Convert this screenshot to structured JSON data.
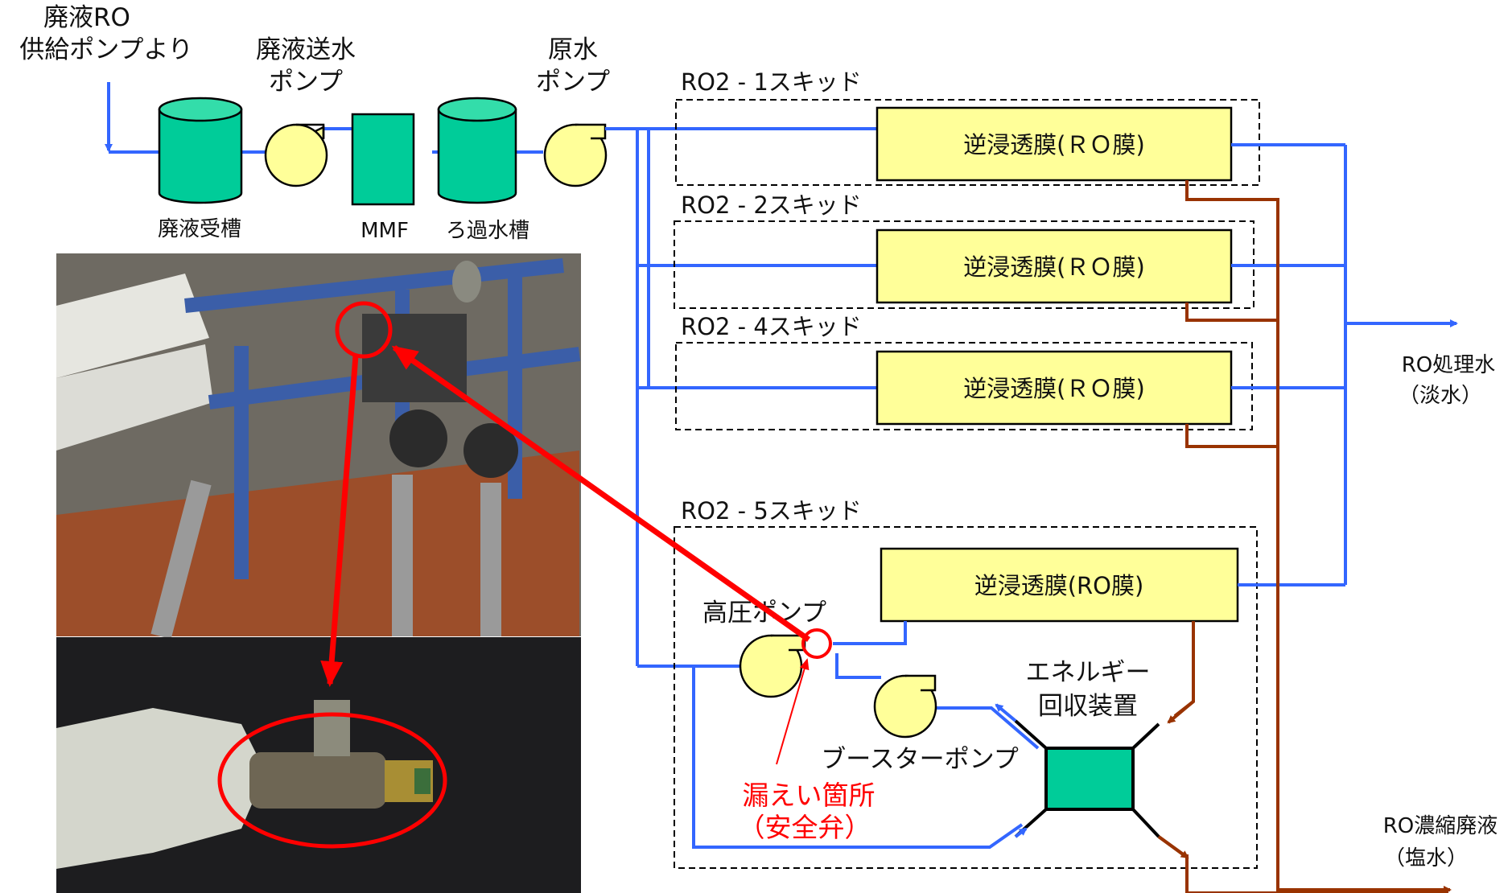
{
  "inflow": {
    "line1": "廃液RO",
    "line2": "供給ポンプより"
  },
  "pumps": {
    "transfer": {
      "line1": "廃液送水",
      "line2": "ポンプ"
    },
    "raw": {
      "line1": "原水",
      "line2": "ポンプ"
    }
  },
  "tanks": {
    "receiving": "廃液受槽",
    "mmf": "MMF",
    "filtered": "ろ過水槽"
  },
  "skids": [
    {
      "title": "RO2 - 1スキッド",
      "membrane": "逆浸透膜(ＲＯ膜)"
    },
    {
      "title": "RO2 - 2スキッド",
      "membrane": "逆浸透膜(ＲＯ膜)"
    },
    {
      "title": "RO2 - 4スキッド",
      "membrane": "逆浸透膜(ＲＯ膜)"
    },
    {
      "title": "RO2 - 5スキッド",
      "membrane": "逆浸透膜(RO膜)"
    }
  ],
  "skid5": {
    "hp_pump": "高圧ポンプ",
    "booster": "ブースターポンプ",
    "erd": {
      "line1": "エネルギー",
      "line2": "回収装置"
    }
  },
  "leak": {
    "line1": "漏えい箇所",
    "line2": "（安全弁）"
  },
  "outputs": {
    "treated": {
      "line1": "RO処理水",
      "line2": "（淡水）"
    },
    "concentrate": {
      "line1": "RO濃縮廃液",
      "line2": "（塩水）"
    }
  },
  "colors": {
    "feed_line": "#3366ff",
    "brine_line": "#993300",
    "tank": "#00cc99",
    "pump": "#ffff99",
    "membrane": "#ffff99",
    "leak": "#ff0000"
  }
}
